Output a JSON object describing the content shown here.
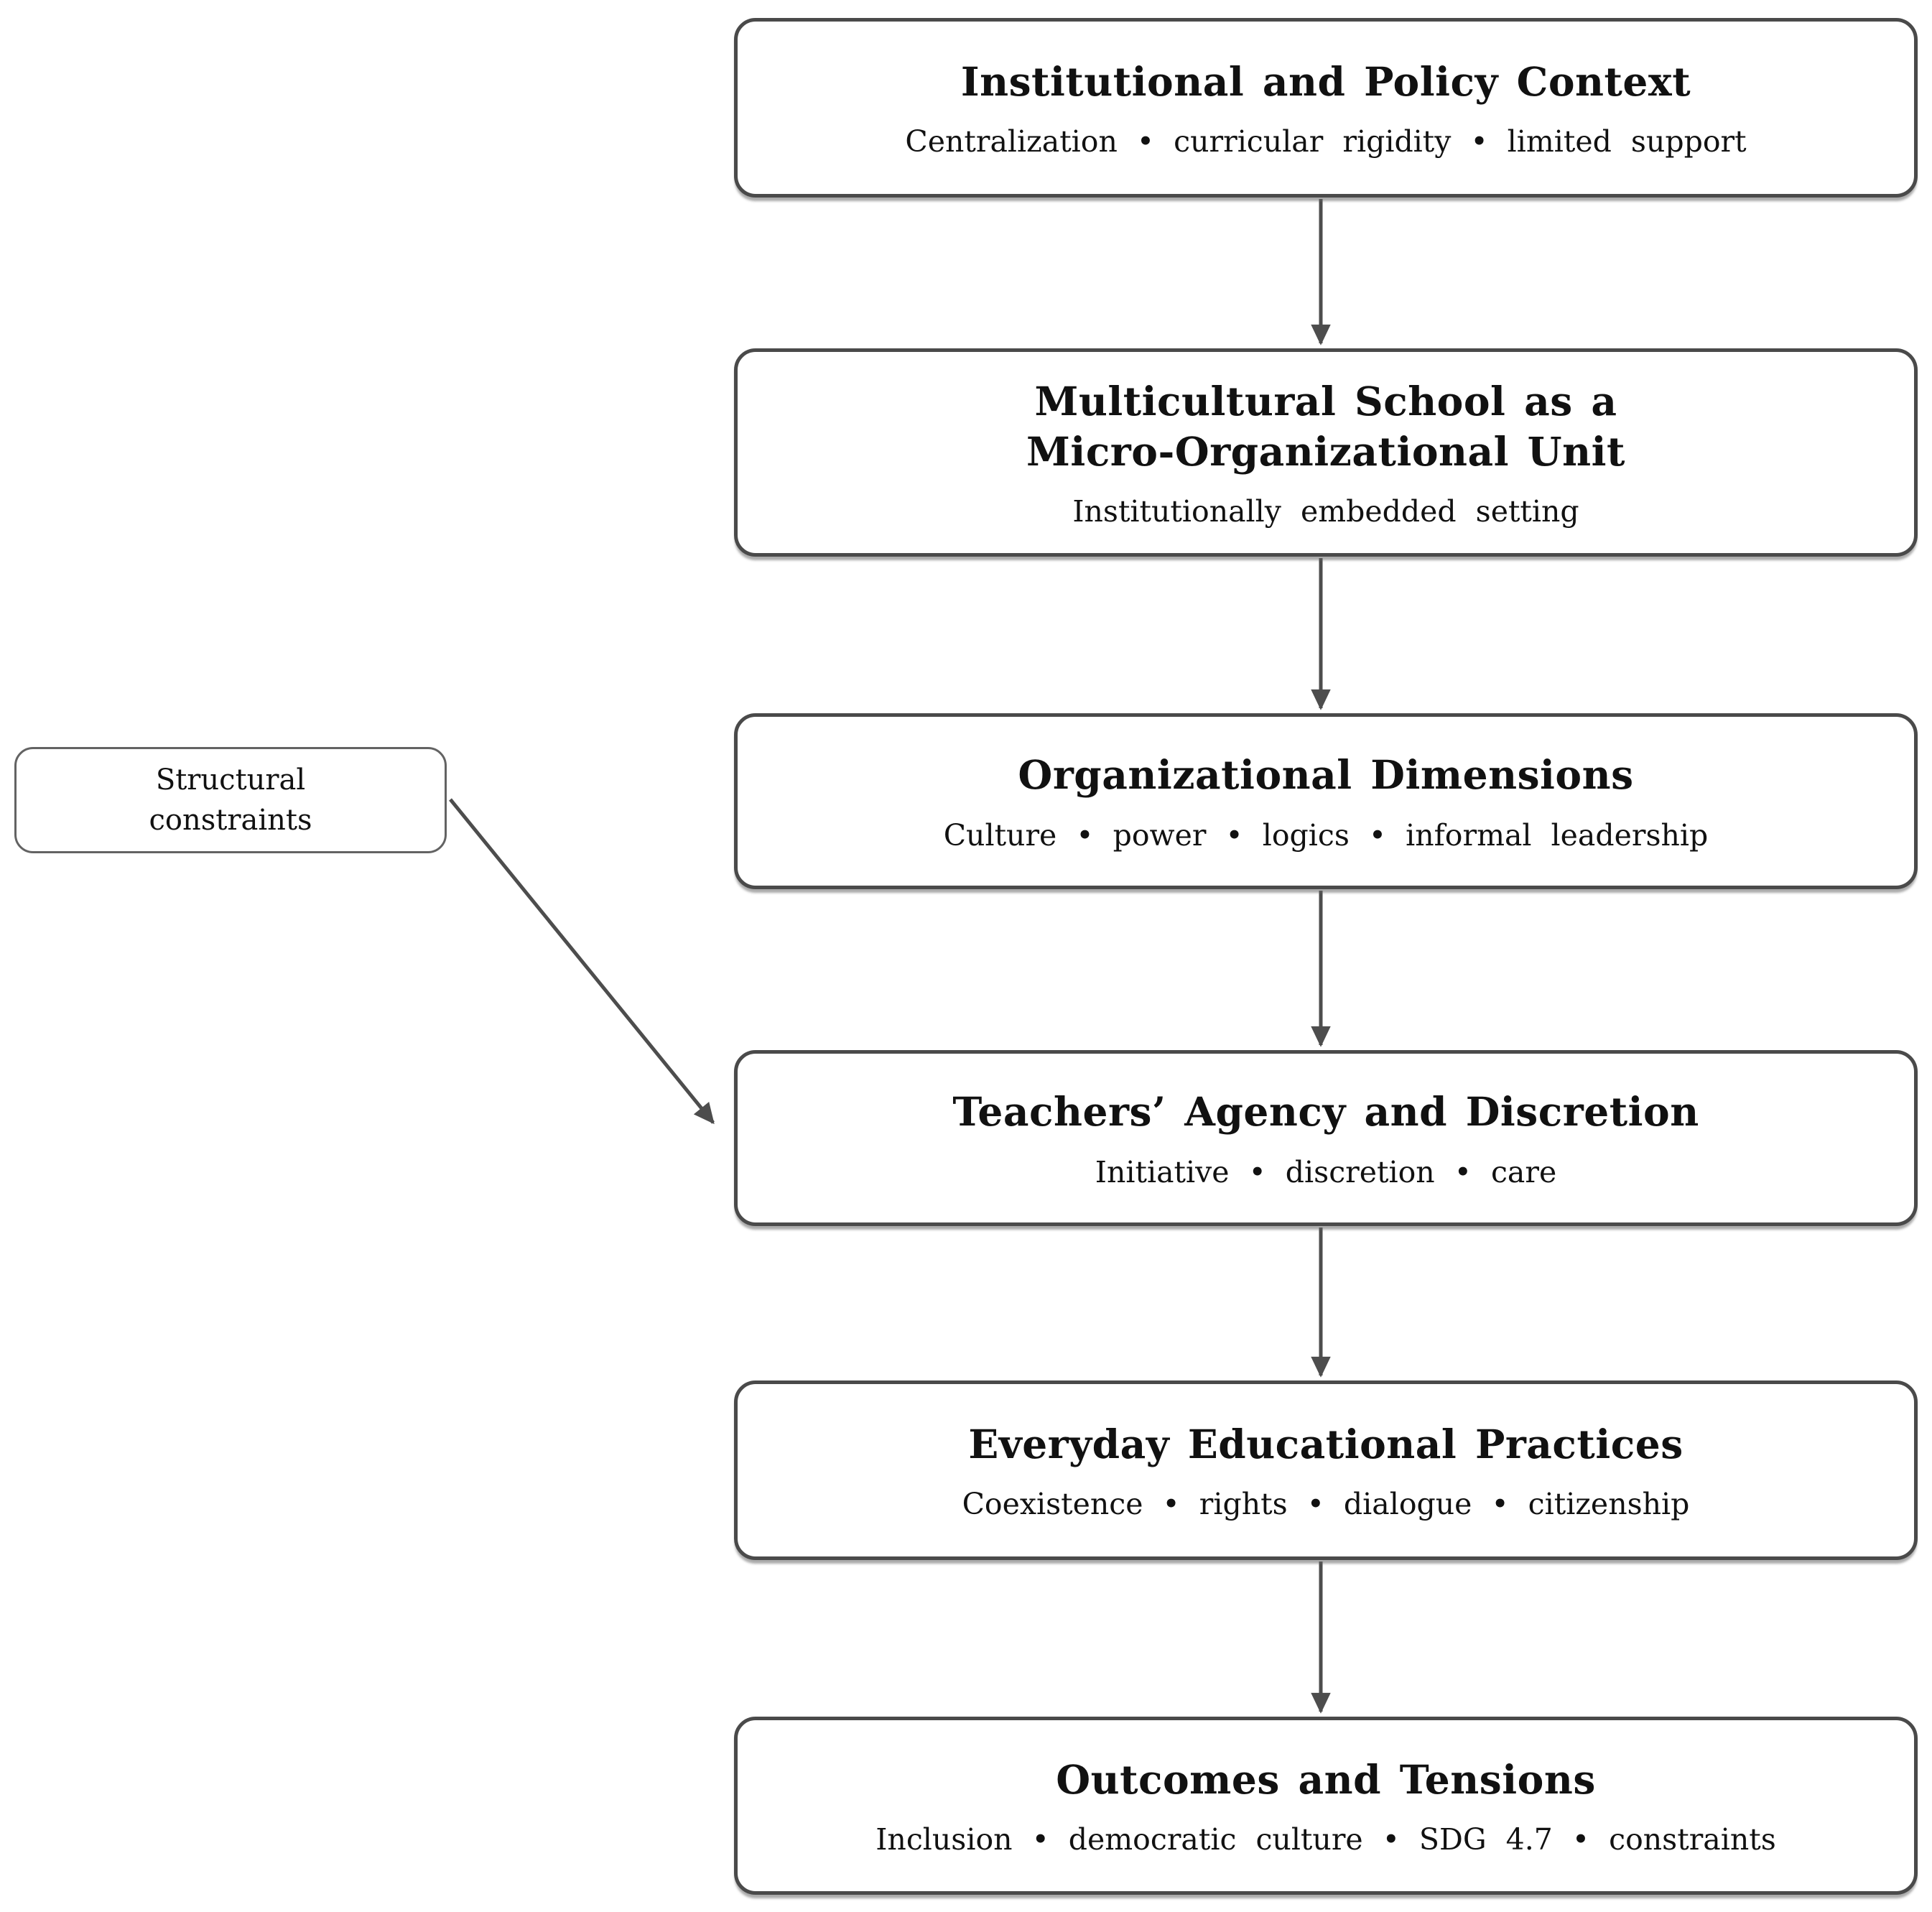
{
  "diagram": {
    "colors": {
      "box_border": "#4a4a4a",
      "arrow": "#4d4d4d",
      "text": "#111111",
      "background": "#ffffff"
    },
    "flow_boxes": [
      {
        "title": "Institutional and Policy Context",
        "subtitle": "Centralization  •  curricular  rigidity  •  limited  support"
      },
      {
        "title": "Multicultural School as a\nMicro-Organizational Unit",
        "subtitle": "Institutionally  embedded  setting"
      },
      {
        "title": "Organizational Dimensions",
        "subtitle": "Culture  •  power  •  logics  •  informal  leadership"
      },
      {
        "title": "Teachers’ Agency and Discretion",
        "subtitle": "Initiative  •  discretion  •  care"
      },
      {
        "title": "Everyday Educational Practices",
        "subtitle": "Coexistence  •  rights  •  dialogue  •  citizenship"
      },
      {
        "title": "Outcomes and Tensions",
        "subtitle": "Inclusion  •  democratic  culture  •  SDG  4.7  •  constraints"
      }
    ],
    "side_box": {
      "label": "Structural\nconstraints"
    }
  }
}
